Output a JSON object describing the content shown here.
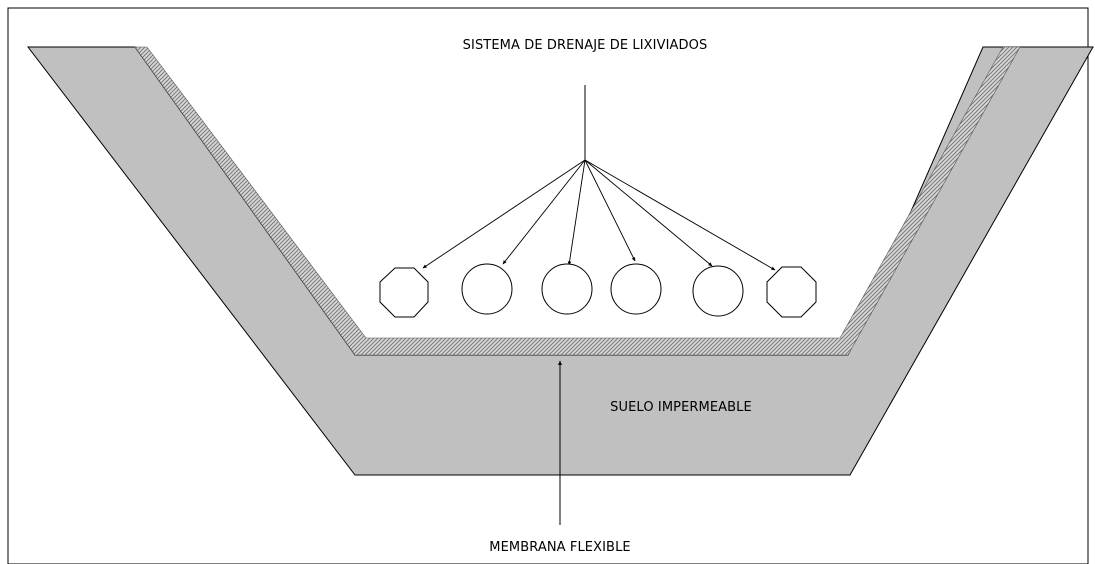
{
  "labels": {
    "drainage": "SISTEMA DE DRENAJE DE LIXIVIADOS",
    "soil": "SUELO IMPERMEABLE",
    "membrane": "MEMBRANA FLEXIBLE"
  },
  "colors": {
    "soil_fill": "#c0c0c0",
    "outline": "#000000",
    "hatch_dark": "#7a7a7a",
    "hatch_light": "#d8d8d8",
    "background": "#ffffff"
  },
  "pipes": {
    "count": 6
  }
}
